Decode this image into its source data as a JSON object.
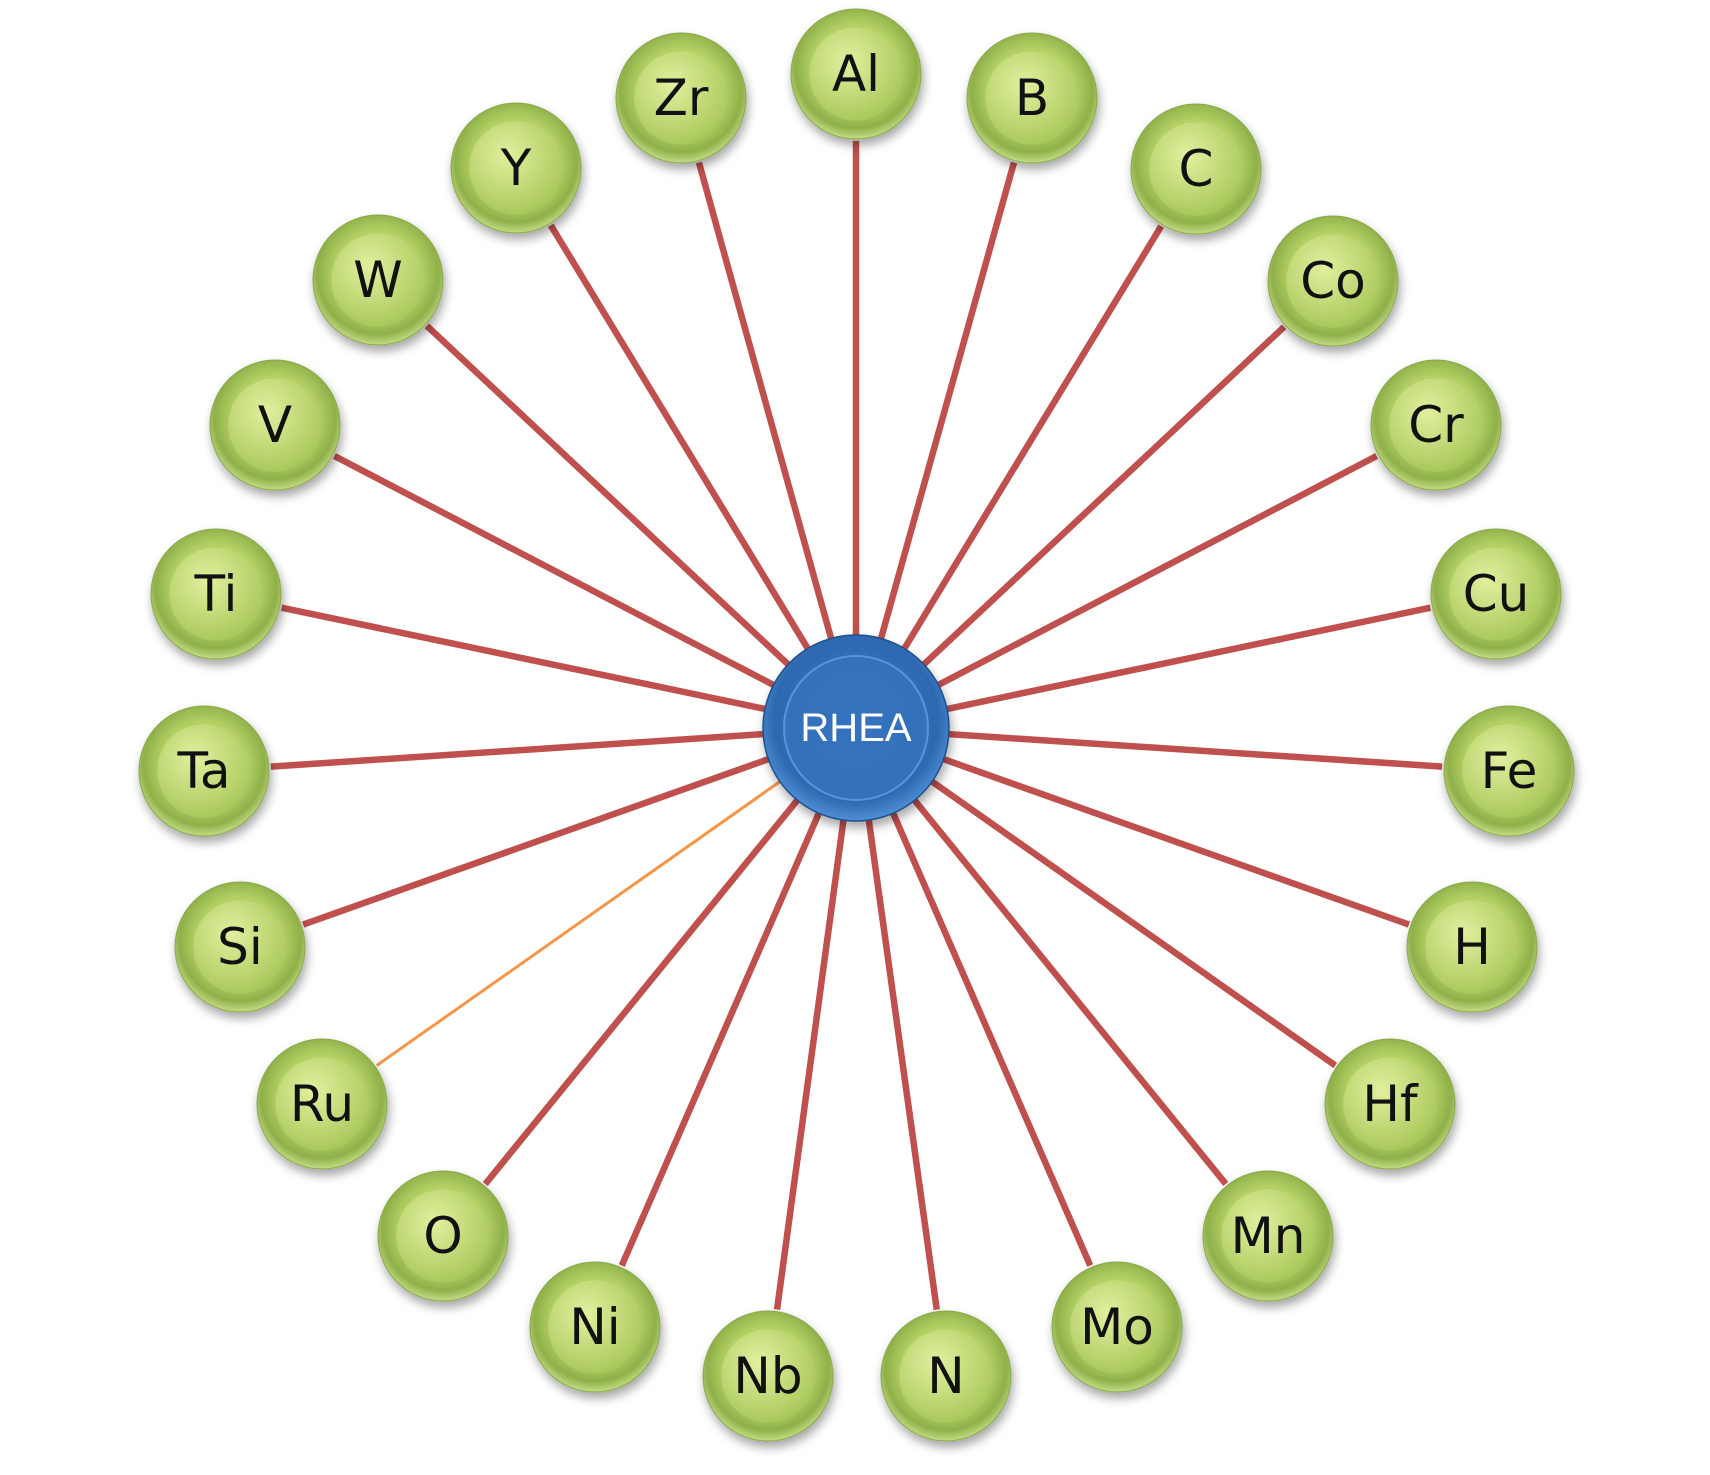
{
  "center": {
    "label": "RHEA"
  },
  "colors": {
    "link": "#c0504d",
    "link_highlight": "#f79646",
    "node_fill": "#9bbb59",
    "center_fill": "#2f6db5"
  },
  "elements": [
    {
      "symbol": "Al"
    },
    {
      "symbol": "B"
    },
    {
      "symbol": "C"
    },
    {
      "symbol": "Co"
    },
    {
      "symbol": "Cr"
    },
    {
      "symbol": "Cu"
    },
    {
      "symbol": "Fe"
    },
    {
      "symbol": "H"
    },
    {
      "symbol": "Hf"
    },
    {
      "symbol": "Mn"
    },
    {
      "symbol": "Mo"
    },
    {
      "symbol": "N"
    },
    {
      "symbol": "Nb"
    },
    {
      "symbol": "Ni"
    },
    {
      "symbol": "O"
    },
    {
      "symbol": "Ru",
      "highlight": true
    },
    {
      "symbol": "Si"
    },
    {
      "symbol": "Ta"
    },
    {
      "symbol": "Ti"
    },
    {
      "symbol": "V"
    },
    {
      "symbol": "W"
    },
    {
      "symbol": "Y"
    },
    {
      "symbol": "Zr"
    }
  ]
}
